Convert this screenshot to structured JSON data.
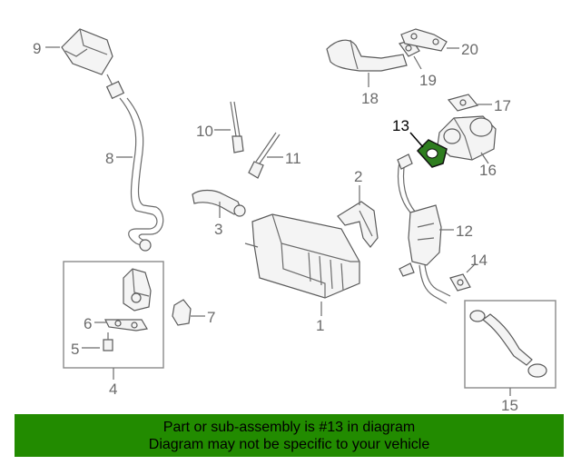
{
  "diagram": {
    "callouts": [
      "1",
      "2",
      "3",
      "4",
      "5",
      "6",
      "7",
      "8",
      "9",
      "10",
      "11",
      "12",
      "13",
      "14",
      "15",
      "16",
      "17",
      "18",
      "19",
      "20"
    ],
    "highlighted_callout": "13",
    "highlight_color": "#228b00"
  },
  "banner": {
    "line1": "Part or sub-assembly is #13 in diagram",
    "line2": "Diagram may not be specific to your vehicle"
  }
}
